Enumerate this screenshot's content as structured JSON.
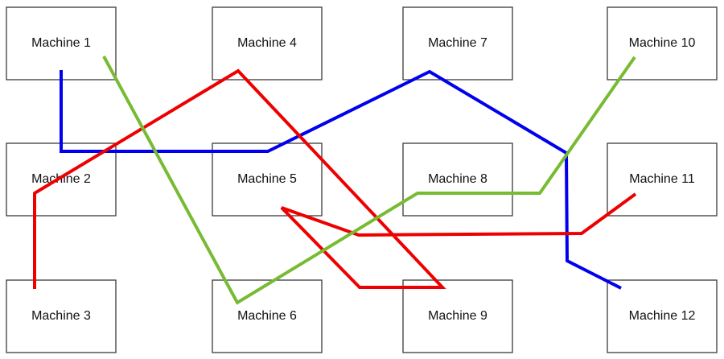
{
  "machines": [
    {
      "label": "Machine 1"
    },
    {
      "label": "Machine 4"
    },
    {
      "label": "Machine 7"
    },
    {
      "label": "Machine 10"
    },
    {
      "label": "Machine 2"
    },
    {
      "label": "Machine 5"
    },
    {
      "label": "Machine 8"
    },
    {
      "label": "Machine 11"
    },
    {
      "label": "Machine 3"
    },
    {
      "label": "Machine 6"
    },
    {
      "label": "Machine 9"
    },
    {
      "label": "Machine 12"
    }
  ],
  "routes": [
    {
      "color": "#0000ee"
    },
    {
      "color": "#ee0000"
    },
    {
      "color": "#77bb33"
    }
  ]
}
